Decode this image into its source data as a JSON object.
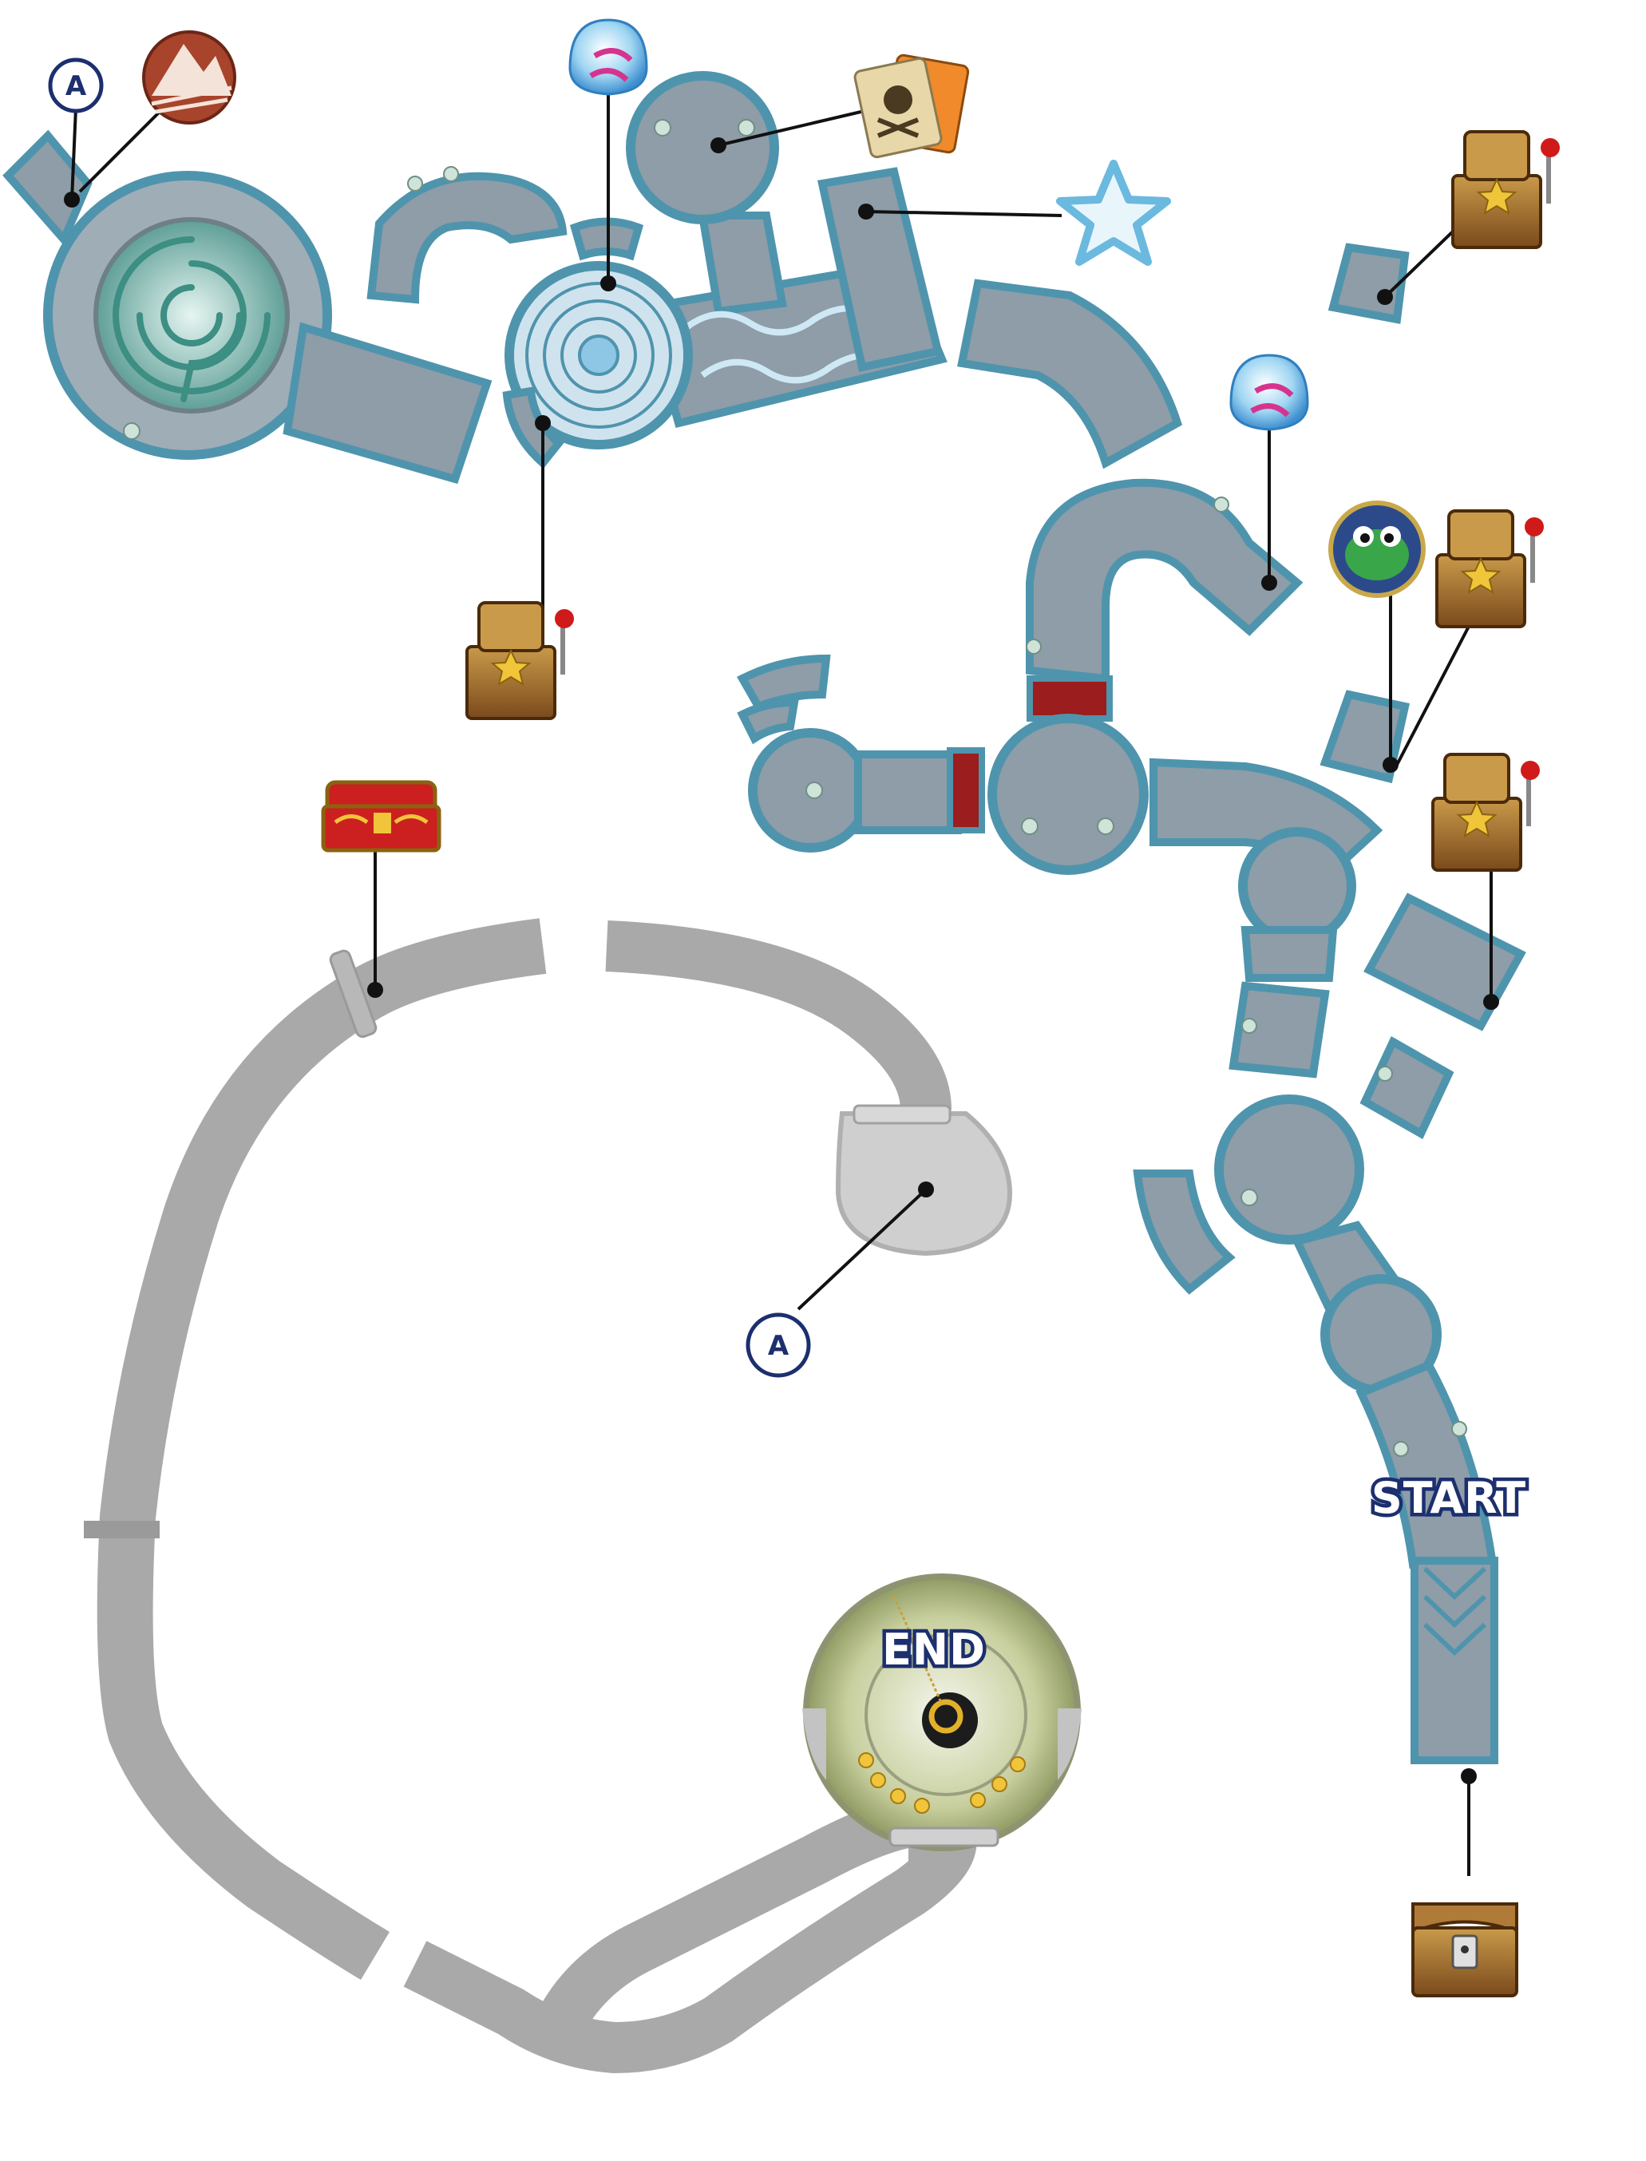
{
  "labels": {
    "start": "START",
    "end": "END",
    "marker_a_top": "A",
    "marker_a_bottom": "A"
  },
  "colors": {
    "pipe_blue_fill": "#8e9da8",
    "pipe_blue_stroke": "#4f94ad",
    "pipe_grey": "#a9a9a9",
    "label_stroke": "#1c2f6e",
    "end_chamber": "#b9c38a"
  },
  "icons": [
    "marker-a-icon",
    "mountain-landscape-icon",
    "blue-gem-icon",
    "pirate-cards-icon",
    "star-icon",
    "treasure-chest-icon",
    "frog-creature-icon",
    "red-treasure-chest-icon",
    "locked-treasure-chest-icon"
  ]
}
